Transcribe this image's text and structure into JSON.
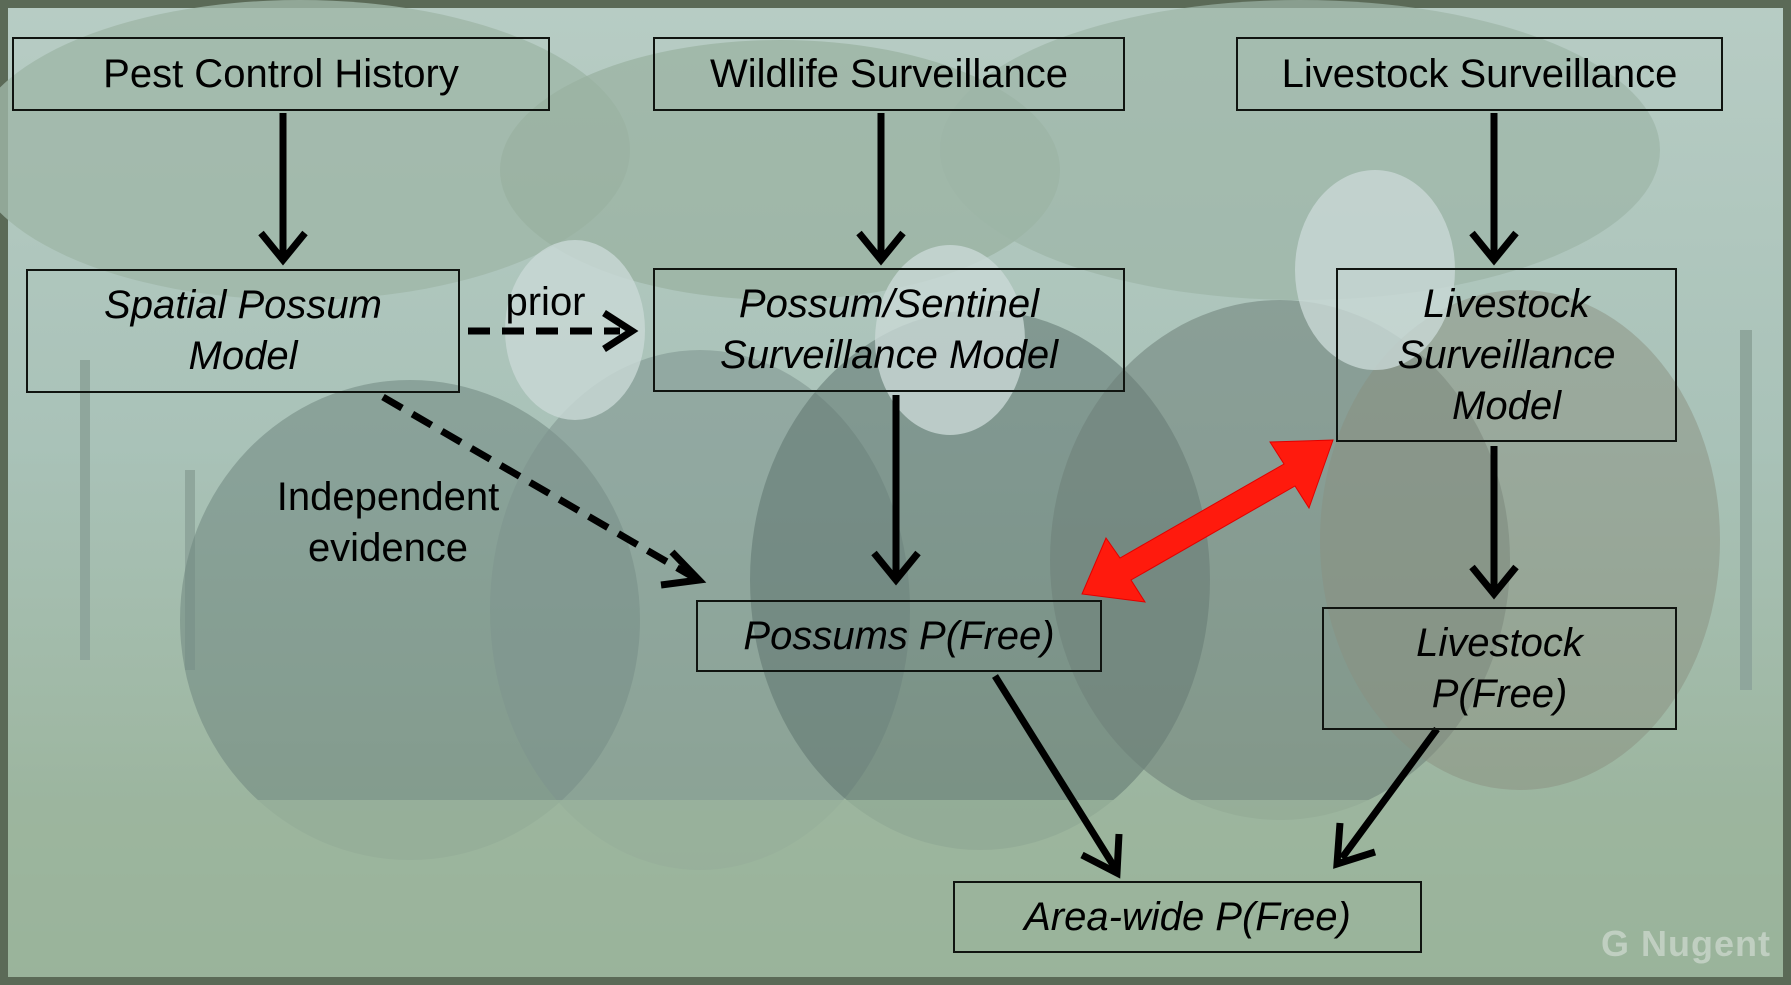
{
  "nodes": {
    "pest_control_history": "Pest Control History",
    "wildlife_surveillance": "Wildlife Surveillance",
    "livestock_surveillance": "Livestock Surveillance",
    "spatial_possum_model": "Spatial Possum\nModel",
    "possum_sentinel_model": "Possum/Sentinel\nSurveillance Model",
    "livestock_surveillance_model": "Livestock\nSurveillance\nModel",
    "possums_pfree": "Possums P(Free)",
    "livestock_pfree": "Livestock\nP(Free)",
    "area_wide_pfree": "Area-wide P(Free)"
  },
  "edge_labels": {
    "prior": "prior",
    "independent_evidence": "Independent\nevidence"
  },
  "credit": "G Nugent",
  "colors": {
    "arrow": "#000000",
    "bidirectional_arrow": "#ff0000",
    "box_border": "#101410",
    "background_overlay": "#a9c7c4"
  }
}
